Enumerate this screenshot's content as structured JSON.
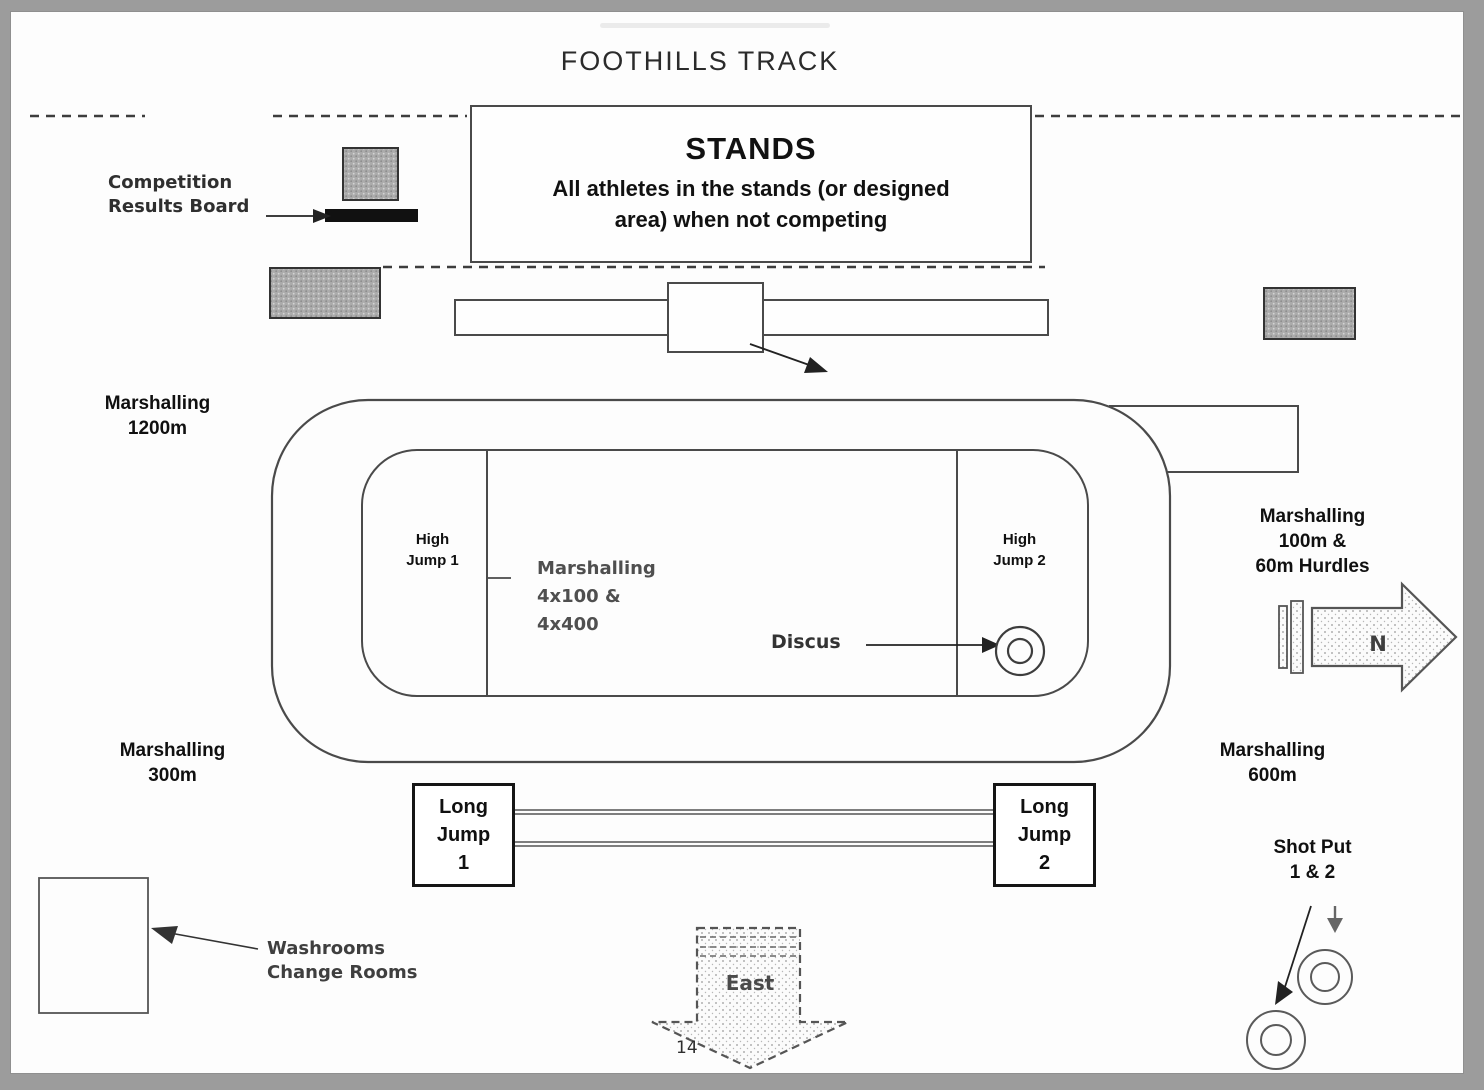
{
  "page": {
    "title": "FOOTHILLS TRACK",
    "page_number": "14"
  },
  "stands": {
    "heading": "STANDS",
    "note": "All athletes in the stands (or designed\narea) when not competing"
  },
  "labels": {
    "competition_results_board": "Competition\nResults Board",
    "marshalling_1200": "Marshalling\n1200m",
    "marshalling_300": "Marshalling\n300m",
    "marshalling_100_60": "Marshalling\n100m &\n60m Hurdles",
    "marshalling_600": "Marshalling\n600m",
    "marshalling_relay": "Marshalling\n4x100 &\n4x400",
    "high_jump_1": "High\nJump 1",
    "high_jump_2": "High\nJump 2",
    "discus": "Discus",
    "long_jump_1": "Long\nJump\n1",
    "long_jump_2": "Long\nJump\n2",
    "washrooms": "Washrooms\nChange Rooms",
    "shot_put": "Shot Put\n1 & 2",
    "east": "East",
    "north": "N"
  },
  "colors": {
    "outline": "#4a4a4a",
    "halftone_block": "#ababab",
    "results_bar": "#111111",
    "page_frame": "#9c9c9c",
    "paper": "#fdfdfd"
  }
}
